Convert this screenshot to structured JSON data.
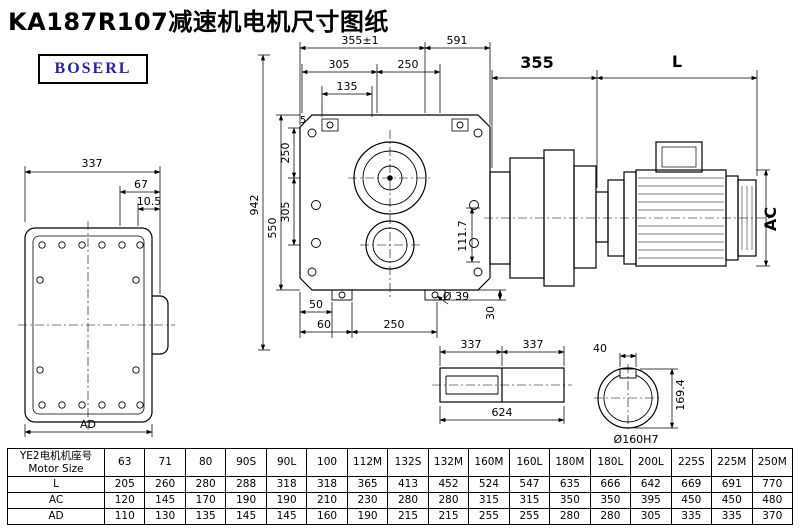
{
  "title": "KA187R107减速机电机尺寸图纸",
  "logo": {
    "text": "BOSERL",
    "color": "#2222aa"
  },
  "dims": {
    "left_width": "337",
    "left_67": "67",
    "left_10_5": "10.5",
    "left_ad": "AD",
    "top_355": "355±1",
    "top_591": "591",
    "top_305": "305",
    "top_250": "250",
    "top_135": "135",
    "side_5": "5",
    "side_250": "250",
    "side_305": "305",
    "side_550": "550",
    "side_942": "942",
    "inner_111_7": "111.7",
    "bottom_50": "50",
    "bottom_60": "60",
    "bottom_250": "250",
    "bottom_d39": "Ø 39",
    "bottom_30": "30",
    "motor_355": "355",
    "motor_L": "L",
    "motor_AC": "AC",
    "shaft_337a": "337",
    "shaft_337b": "337",
    "shaft_624": "624",
    "key_40": "40",
    "circle_169_4": "169.4",
    "circle_bore": "Ø160H7"
  },
  "table": {
    "header": {
      "line1": "YE2电机机座号",
      "line2": "Motor Size"
    },
    "columns": [
      "63",
      "71",
      "80",
      "90S",
      "90L",
      "100",
      "112M",
      "132S",
      "132M",
      "160M",
      "160L",
      "180M",
      "180L",
      "200L",
      "225S",
      "225M",
      "250M"
    ],
    "rows": [
      {
        "label": "L",
        "values": [
          "205",
          "260",
          "280",
          "288",
          "318",
          "318",
          "365",
          "413",
          "452",
          "524",
          "547",
          "635",
          "666",
          "642",
          "669",
          "691",
          "770"
        ]
      },
      {
        "label": "AC",
        "values": [
          "120",
          "145",
          "170",
          "190",
          "190",
          "210",
          "230",
          "280",
          "280",
          "315",
          "315",
          "350",
          "350",
          "395",
          "450",
          "450",
          "480"
        ]
      },
      {
        "label": "AD",
        "values": [
          "110",
          "130",
          "135",
          "145",
          "145",
          "160",
          "190",
          "215",
          "215",
          "255",
          "255",
          "280",
          "280",
          "305",
          "335",
          "335",
          "370"
        ]
      }
    ]
  }
}
